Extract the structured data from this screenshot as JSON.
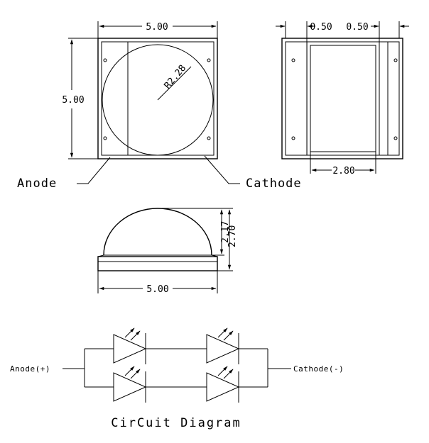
{
  "top_view": {
    "width_dim": "5.00",
    "height_dim": "5.00",
    "radius_dim": "R2.28"
  },
  "side_view": {
    "left_pad_dim": "0.50",
    "right_pad_dim": "0.50",
    "inner_dim": "2.80"
  },
  "front_view": {
    "width_dim": "5.00",
    "dome_height_dim": "2.17",
    "total_height_dim": "2.70"
  },
  "labels": {
    "anode": "Anode",
    "cathode": "Cathode"
  },
  "circuit": {
    "anode_label": "Anode(+)",
    "cathode_label": "Cathode(-)",
    "title": "CirCuit Diagram"
  }
}
